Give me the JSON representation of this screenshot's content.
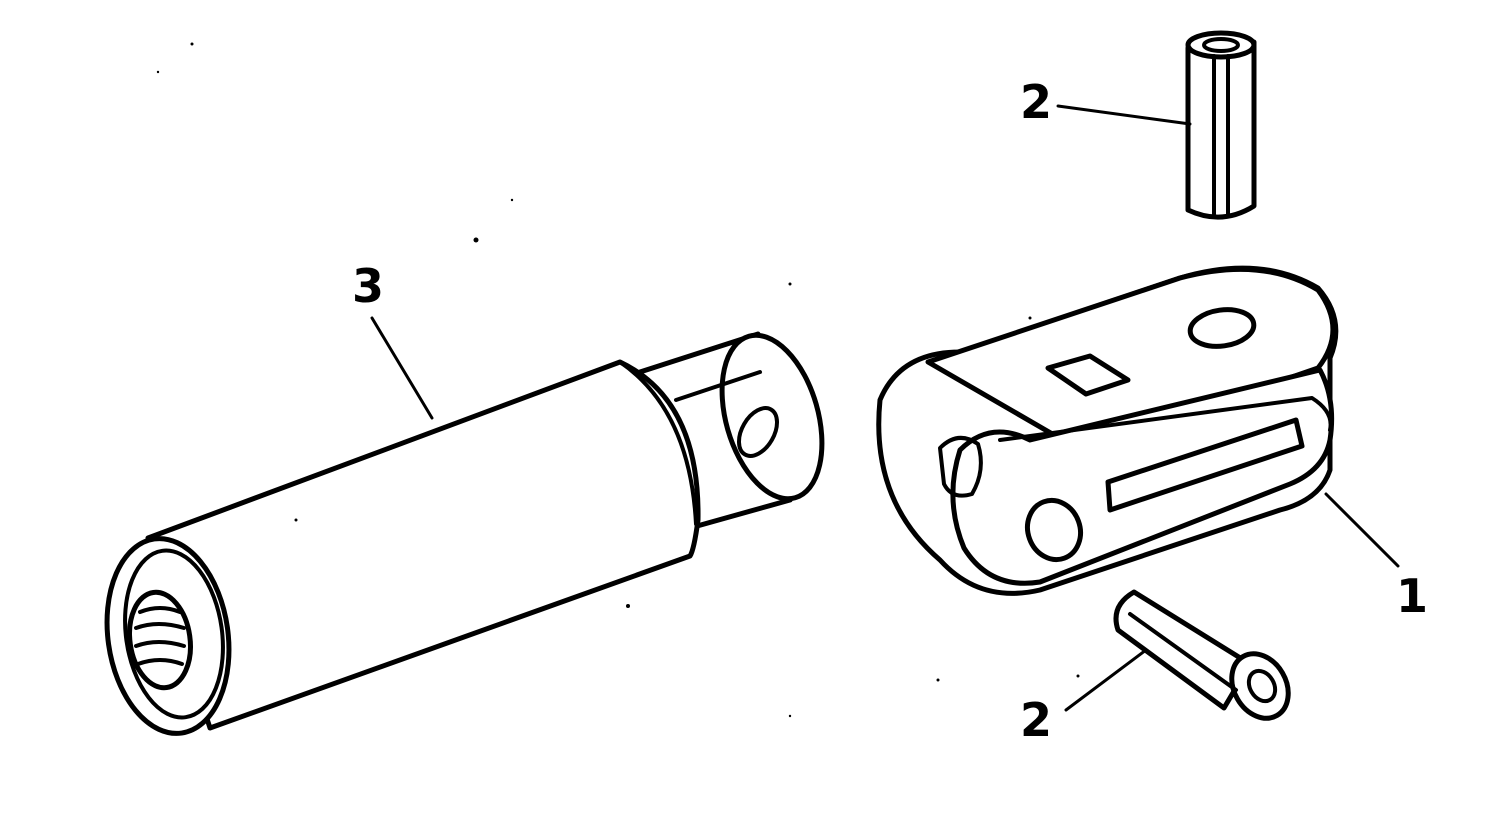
{
  "callouts": {
    "part_1": "1",
    "part_2_top": "2",
    "part_2_bottom": "2",
    "part_3": "3"
  },
  "colors": {
    "ink": "#000000",
    "paper": "#ffffff"
  }
}
